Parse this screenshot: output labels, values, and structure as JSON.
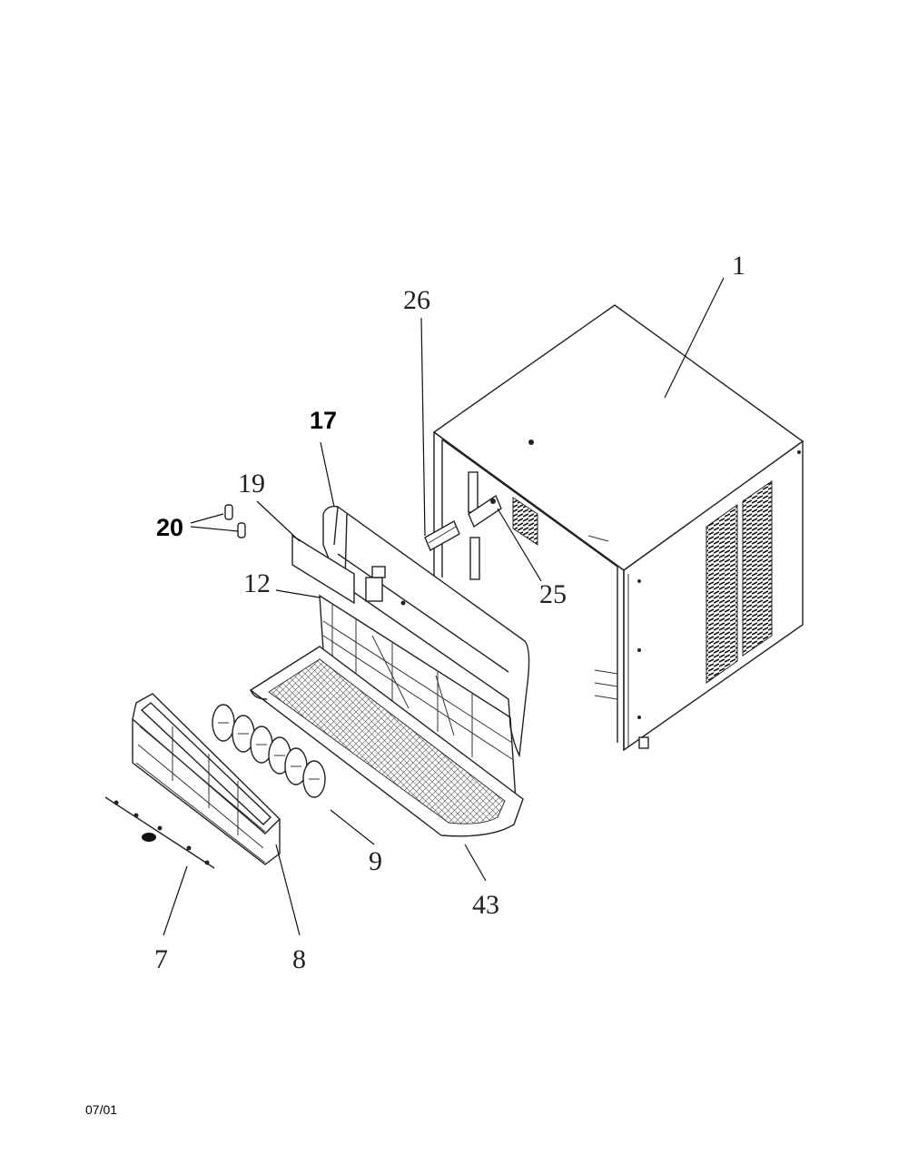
{
  "diagram": {
    "callouts": {
      "c1": "1",
      "c26": "26",
      "c17": "17",
      "c19": "19",
      "c20": "20",
      "c12": "12",
      "c25": "25",
      "c9": "9",
      "c43": "43",
      "c7": "7",
      "c8": "8"
    },
    "footer_code": "07/01"
  }
}
